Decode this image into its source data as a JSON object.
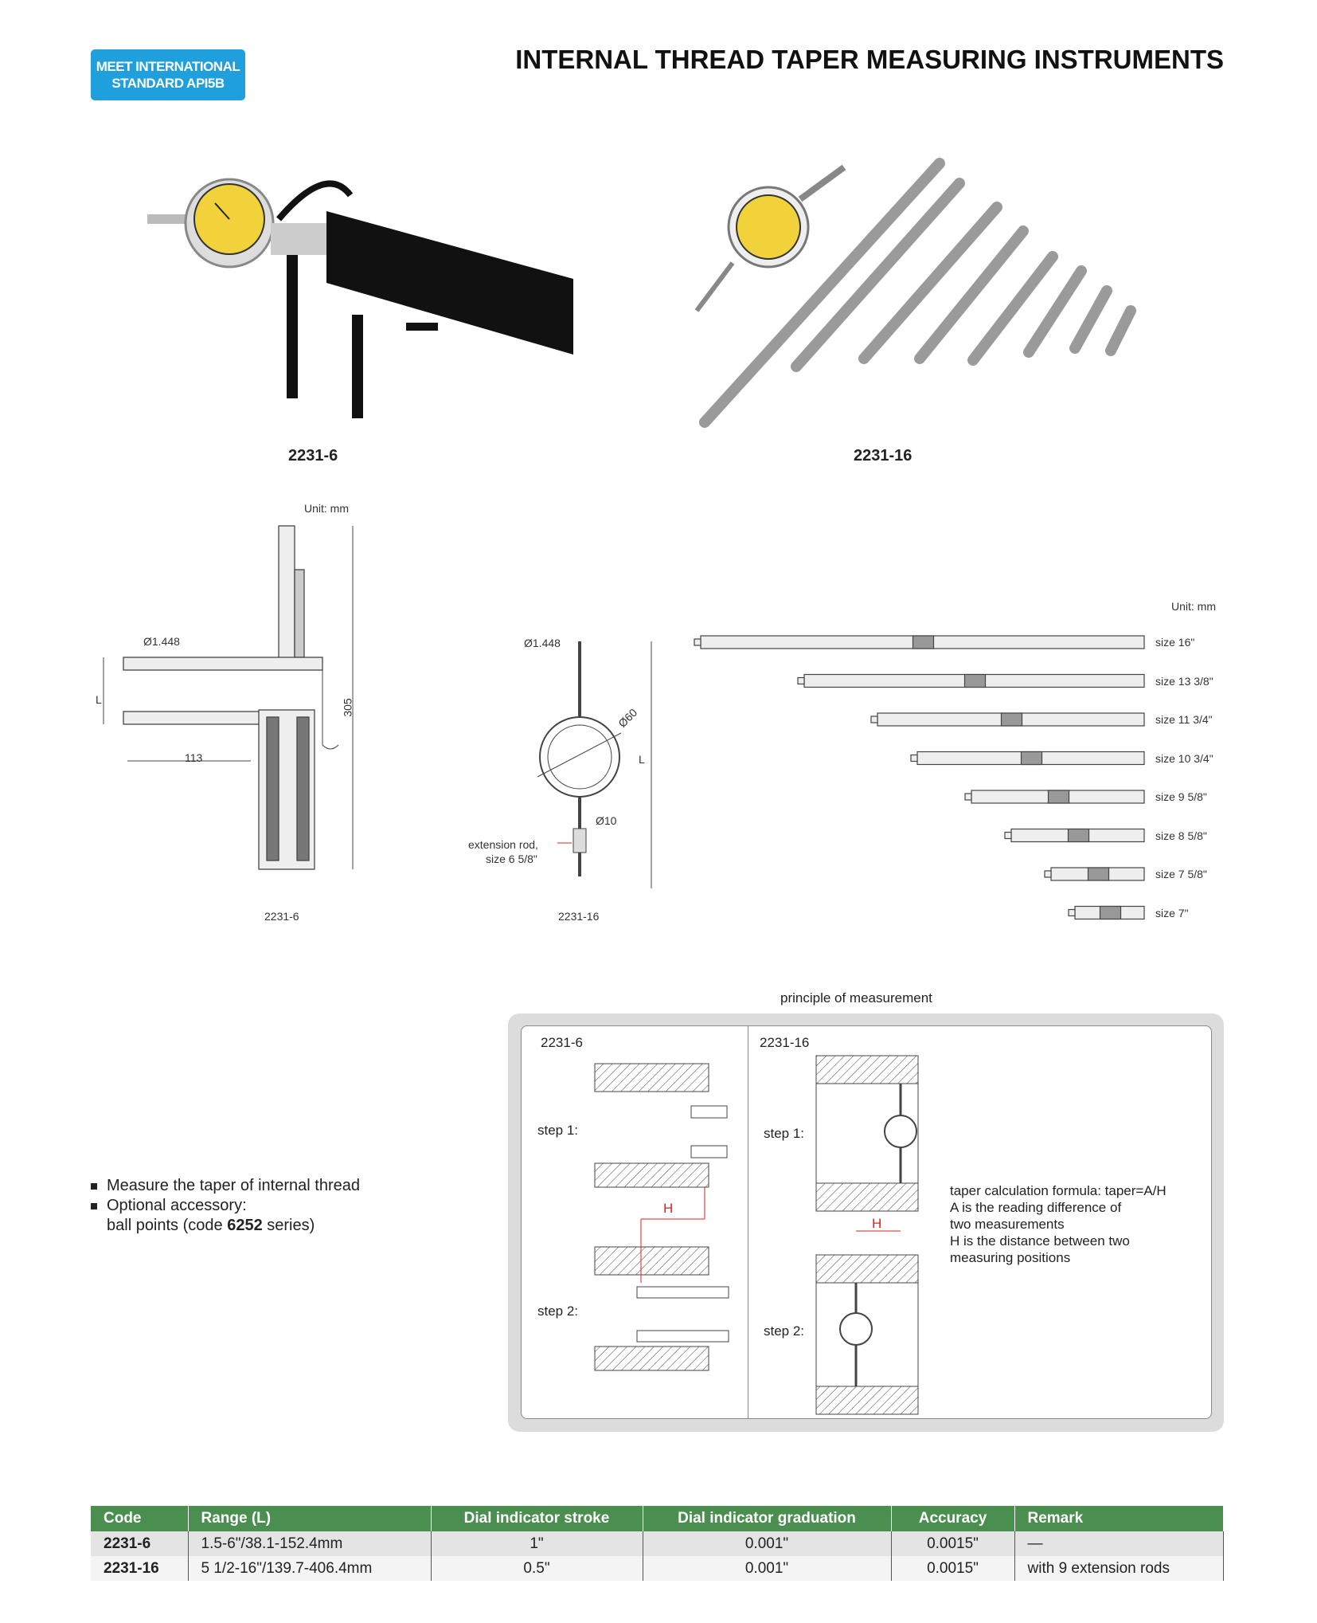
{
  "badge": {
    "line1": "MEET INTERNATIONAL",
    "line2": "STANDARD API5B"
  },
  "title": "INTERNAL THREAD TAPER MEASURING INSTRUMENTS",
  "products": [
    {
      "label": "2231-6"
    },
    {
      "label": "2231-16"
    }
  ],
  "drawings": {
    "left": {
      "unit": "Unit: mm",
      "dia": "Ø1.448",
      "L": "L",
      "dim_113": "113",
      "dim_305": "305",
      "label": "2231-6"
    },
    "middle": {
      "dia": "Ø1.448",
      "dial": "Ø60",
      "stem": "Ø10",
      "L": "L",
      "ext1": "extension rod,",
      "ext2": "size 6  5/8\"",
      "label": "2231-16"
    },
    "rods": {
      "unit": "Unit: mm",
      "sizes": [
        "size 16\"",
        "size 13 3/8\"",
        "size 11 3/4\"",
        "size 10 3/4\"",
        "size 9 5/8\"",
        "size 8 5/8\"",
        "size 7 5/8\"",
        "size 7\""
      ]
    }
  },
  "principle": {
    "title": "principle of measurement",
    "left": {
      "code": "2231-6",
      "step1": "step 1:",
      "step2": "step 2:",
      "H": "H"
    },
    "right": {
      "code": "2231-16",
      "step1": "step 1:",
      "step2": "step 2:",
      "H": "H"
    },
    "formula": [
      "taper calculation formula: taper=A/H",
      "A is the reading difference of",
      "two measurements",
      "H is the distance between two",
      "measuring positions"
    ]
  },
  "features": {
    "item1": "Measure the taper of internal thread",
    "item2": "Optional accessory:",
    "item3_pre": "ball points (code ",
    "item3_bold": "6252",
    "item3_post": " series)"
  },
  "table": {
    "headers": [
      "Code",
      "Range (L)",
      "Dial indicator stroke",
      "Dial indicator graduation",
      "Accuracy",
      "Remark"
    ],
    "rows": [
      [
        "2231-6",
        "1.5-6\"/38.1-152.4mm",
        "1\"",
        "0.001\"",
        "0.0015\"",
        "—"
      ],
      [
        "2231-16",
        "5 1/2-16\"/139.7-406.4mm",
        "0.5\"",
        "0.001\"",
        "0.0015\"",
        "with 9 extension rods"
      ]
    ]
  },
  "colors": {
    "badge": "#1fa0dc",
    "table_header": "#4a8f4f",
    "dim_red": "#d22"
  }
}
